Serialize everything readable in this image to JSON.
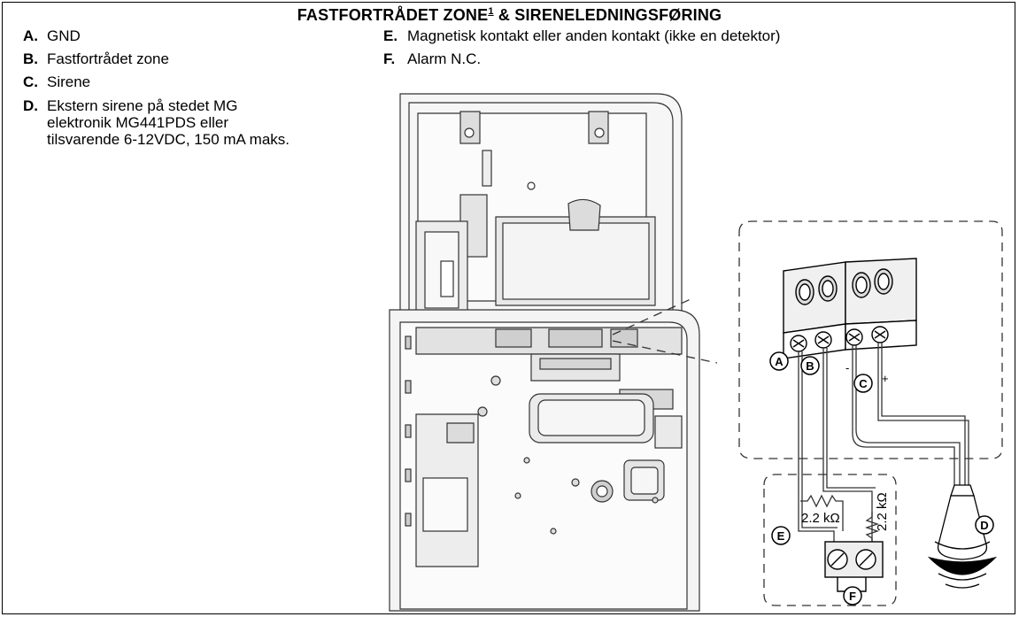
{
  "title": {
    "main": "FASTFORTRÅDET ZONE",
    "footnote": "1",
    "rest": " & SIRENELEDNINGSFØRING"
  },
  "legend": [
    {
      "letter": "A.",
      "text": "GND"
    },
    {
      "letter": "B.",
      "text": "Fastfortrådet zone"
    },
    {
      "letter": "C.",
      "text": "Sirene"
    },
    {
      "letter": "D.",
      "text": "Ekstern sirene på stedet MG elektronik MG441PDS eller tilsvarende 6-12VDC, 150 mA maks."
    },
    {
      "letter": "E.",
      "text": "Magnetisk kontakt eller anden kontakt (ikke en detektor)"
    },
    {
      "letter": "F.",
      "text": "Alarm N.C."
    }
  ],
  "diagram": {
    "terminal_labels": [
      "A",
      "B",
      "C",
      "D",
      "E",
      "F"
    ],
    "polarity_minus": "-",
    "polarity_plus": "+",
    "resistor_1": "2.2 kΩ",
    "resistor_2": "2.2 kΩ"
  }
}
